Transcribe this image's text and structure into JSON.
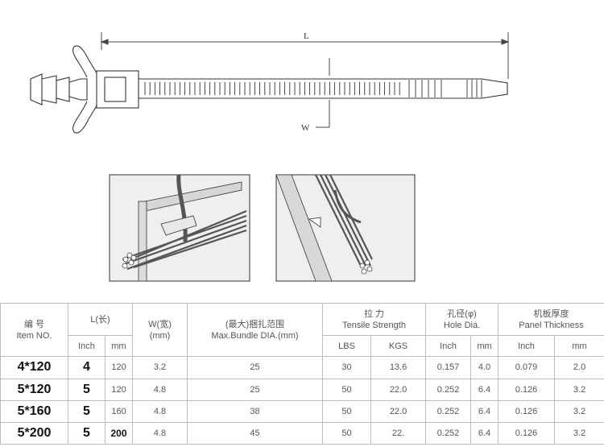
{
  "drawing": {
    "length_label": "L",
    "width_label": "W"
  },
  "table": {
    "headers": {
      "item_cn": "编 号",
      "item_en": "Item NO.",
      "length": "L(长)",
      "length_inch": "Inch",
      "length_mm": "mm",
      "width_line1": "W(宽)",
      "width_line2": "(mm)",
      "bundle_line1": "(最大)捆扎范围",
      "bundle_line2": "Max.Bundle DIA.(mm)",
      "tensile_cn": "拉 力",
      "tensile_en": "Tensile Strength",
      "tensile_lbs": "LBS",
      "tensile_kgs": "KGS",
      "hole_cn": "孔径(φ)",
      "hole_en": "Hole Dia.",
      "hole_inch": "Inch",
      "hole_mm": "mm",
      "panel_cn": "机板厚度",
      "panel_en": "Panel Thickness",
      "panel_inch": "Inch",
      "panel_mm": "mm"
    },
    "rows": [
      {
        "item": "4*120",
        "len_inch": "4",
        "len_mm": "120",
        "width": "3.2",
        "bundle": "25",
        "lbs": "30",
        "kgs": "13.6",
        "hole_inch": "0.157",
        "hole_mm": "4.0",
        "panel_inch": "0.079",
        "panel_mm": "2.0"
      },
      {
        "item": "5*120",
        "len_inch": "5",
        "len_mm": "120",
        "width": "4.8",
        "bundle": "25",
        "lbs": "50",
        "kgs": "22.0",
        "hole_inch": "0.252",
        "hole_mm": "6.4",
        "panel_inch": "0.126",
        "panel_mm": "3.2"
      },
      {
        "item": "5*160",
        "len_inch": "5",
        "len_mm": "160",
        "width": "4.8",
        "bundle": "38",
        "lbs": "50",
        "kgs": "22.0",
        "hole_inch": "0.252",
        "hole_mm": "6.4",
        "panel_inch": "0.126",
        "panel_mm": "3.2"
      },
      {
        "item": "5*200",
        "len_inch": "5",
        "len_mm": "200",
        "width": "4.8",
        "bundle": "45",
        "lbs": "50",
        "kgs": "22.",
        "hole_inch": "0.252",
        "hole_mm": "6.4",
        "panel_inch": "0.126",
        "panel_mm": "3.2"
      }
    ]
  }
}
